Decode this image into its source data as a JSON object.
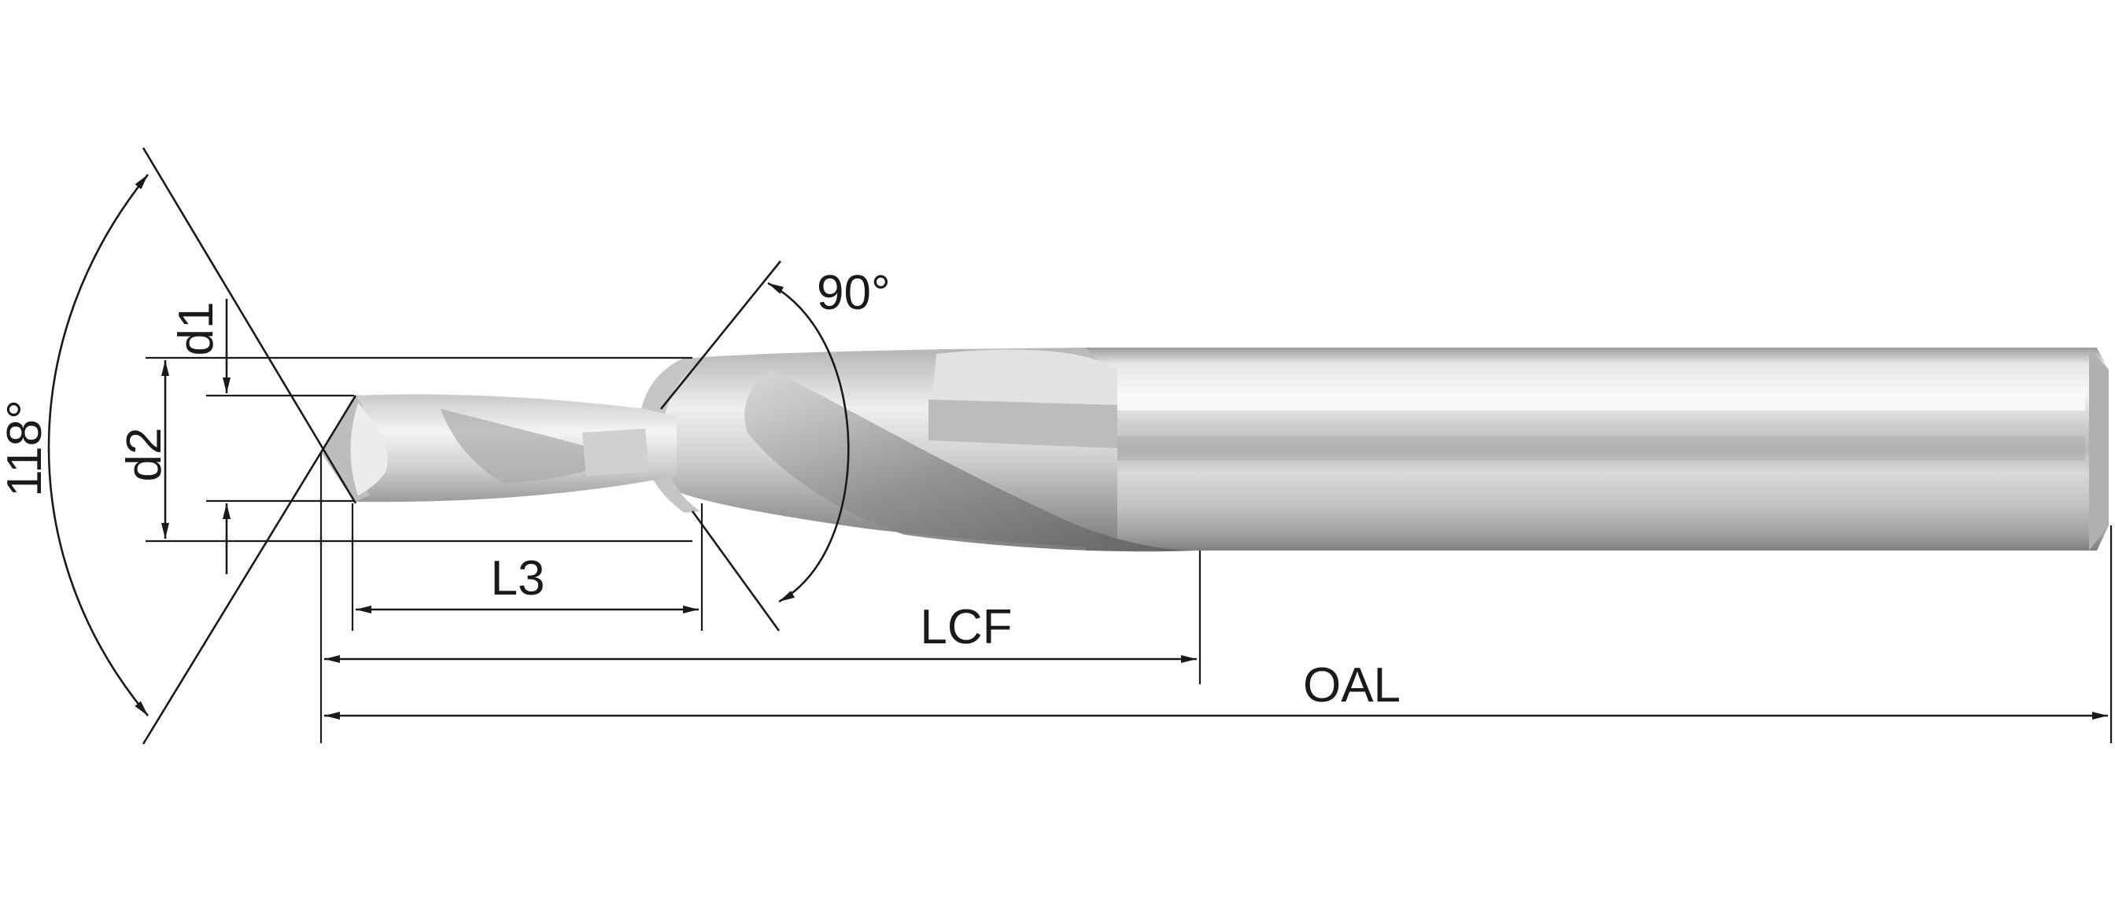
{
  "diagram": {
    "subject": "stepped drill",
    "labels": {
      "point_angle": "118°",
      "step_angle": "90°",
      "d1": "d1",
      "d2": "d2",
      "l3": "L3",
      "lcf": "LCF",
      "oal": "OAL"
    },
    "colors": {
      "line": "#1a1a1a",
      "steel_light": "#f2f2f2",
      "steel_mid": "#c8c8c8",
      "steel_dark": "#8a8a8a"
    }
  }
}
